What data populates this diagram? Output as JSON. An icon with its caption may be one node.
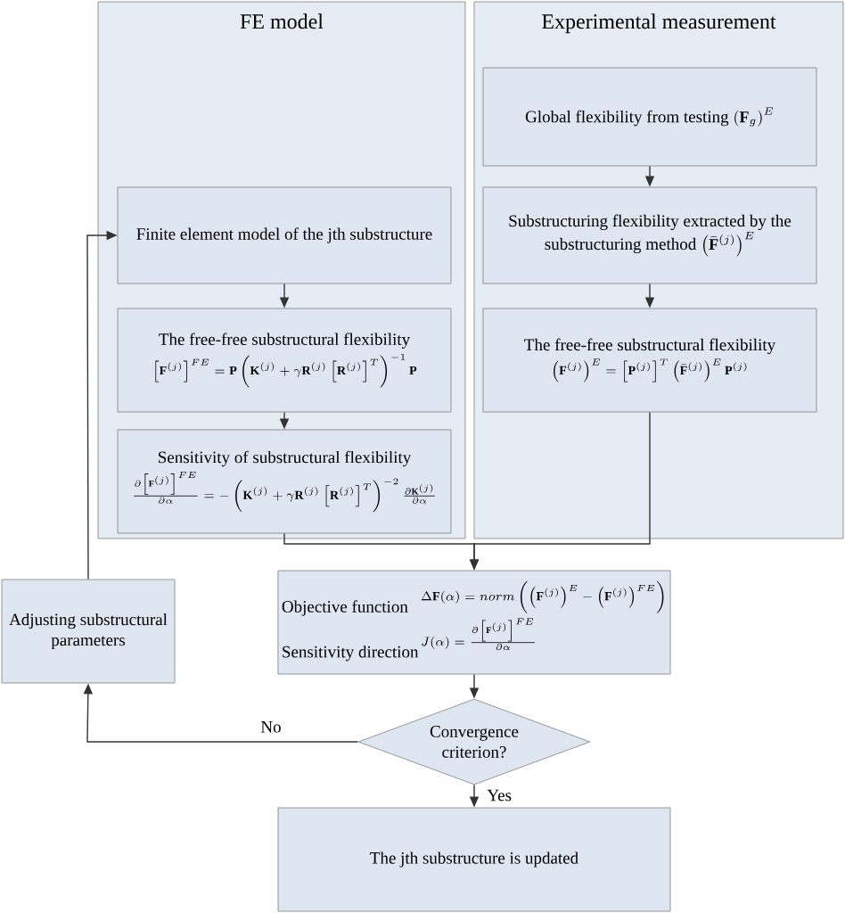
{
  "diagram": {
    "nodes": [
      {
        "text": [
          "FE model"
        ]
      },
      {
        "text": [
          "Experimental measurement"
        ]
      },
      {
        "text": [
          "Finite element model of the jth substructure"
        ],
        "in": 0
      },
      {
        "text": [
          "The free-free substructural flexibility",
          "\\left[\\mathbf{F}^{(j)}\\right]^{FE}=\\mathbf{P}\\left(\\mathbf{K}^{(j)}+\\gamma\\mathbf{R}^{(j)}\\left[\\mathbf{R}^{(j)}\\right]^{T}\\right)^{-1}\\mathbf{P}"
        ],
        "in": 0
      },
      {
        "text": [
          "Sensitivity of substructural flexibility",
          "\\frac{\\partial\\left[\\mathbf{F}^{(j)}\\right]^{FE}}{\\partial\\alpha}=-\\left(\\mathbf{K}^{(j)}+\\gamma\\mathbf{R}^{(j)}\\left[\\mathbf{R}^{(j)}\\right]^{T}\\right)^{-2}\\frac{\\partial\\mathbf{K}^{(j)}}{\\partial\\alpha}"
        ],
        "in": 0
      },
      {
        "text": [
          "Global flexibility from testing",
          "\\left(\\mathbf{F}_{g}\\right)^{E}"
        ],
        "in": 1
      },
      {
        "text": [
          "Substructuring flexibility extracted by the substructuring method",
          "\\left(\\bar{\\mathbf{F}}^{(j)}\\right)^{E}"
        ],
        "in": 1
      },
      {
        "text": [
          "The free-free substructural flexibility",
          "\\left(\\mathbf{F}^{(j)}\\right)^{E}=\\left[\\mathbf{P}^{(j)}\\right]^{T}\\left(\\bar{\\mathbf{F}}^{(j)}\\right)^{E}\\mathbf{P}^{(j)}"
        ],
        "in": 1
      },
      {
        "text": [
          "Objective function",
          "\\Delta\\mathbf{F}(\\alpha)=norm\\left(\\left(\\mathbf{F}^{(j)}\\right)^{E}-\\left(\\mathbf{F}^{(j)}\\right)^{FE}\\right)",
          "Sensitivity direction",
          "J(\\alpha)=\\frac{\\partial\\left[\\mathbf{F}^{(j)}\\right]^{FE}}{\\partial\\alpha}"
        ]
      },
      {
        "text": [
          "Adjusting substructural parameters"
        ]
      },
      {
        "text": [
          "Convergence criterion?"
        ]
      },
      {
        "text": [
          "The jth substructure is updated"
        ]
      }
    ],
    "edges": [
      {
        "from": 2,
        "to": 3,
        "arrow": "to"
      },
      {
        "from": 3,
        "to": 4,
        "arrow": "to"
      },
      {
        "from": 5,
        "to": 6,
        "arrow": "to"
      },
      {
        "from": 6,
        "to": 7,
        "arrow": "to"
      },
      {
        "from": 4,
        "to": 8,
        "arrow": "to"
      },
      {
        "from": 7,
        "to": 8,
        "arrow": "to"
      },
      {
        "from": 8,
        "to": 10,
        "arrow": "to"
      },
      {
        "from": 10,
        "to": 11,
        "label": "Yes",
        "arrow": "to"
      },
      {
        "from": 10,
        "to": 9,
        "label": "No",
        "arrow": "to"
      },
      {
        "from": 9,
        "to": 2,
        "arrow": "to"
      }
    ]
  }
}
